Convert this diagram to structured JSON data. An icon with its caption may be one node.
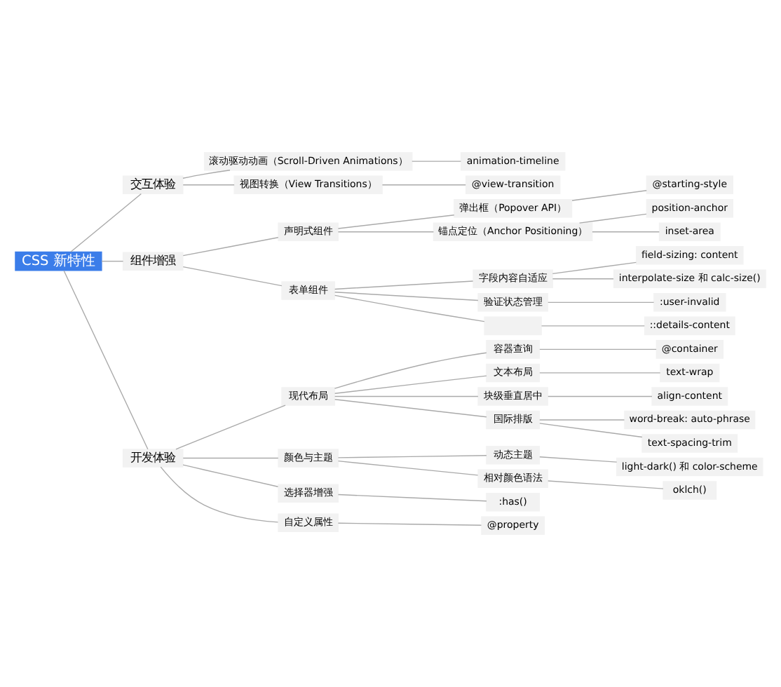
{
  "diagram": {
    "nodes": [
      {
        "text": [
          "CSS 新特性"
        ]
      },
      {
        "text": [
          "交互体验"
        ]
      },
      {
        "text": [
          "滚动驱动动画（Scroll-Driven Animations）"
        ]
      },
      {
        "text": [
          "animation-timeline"
        ]
      },
      {
        "text": [
          "视图转换（View Transitions）"
        ]
      },
      {
        "text": [
          "@view-transition"
        ]
      },
      {
        "text": [
          "组件增强"
        ]
      },
      {
        "text": [
          "声明式组件"
        ]
      },
      {
        "text": [
          "弹出框（Popover API）"
        ]
      },
      {
        "text": [
          "@starting-style"
        ]
      },
      {
        "text": [
          "锚点定位（Anchor Positioning）"
        ]
      },
      {
        "text": [
          "position-anchor"
        ]
      },
      {
        "text": [
          "inset-area"
        ]
      },
      {
        "text": [
          "表单组件"
        ]
      },
      {
        "text": [
          "字段内容自适应"
        ]
      },
      {
        "text": [
          "field-sizing: content"
        ]
      },
      {
        "text": [
          "interpolate-size 和 calc-size()"
        ]
      },
      {
        "text": [
          "验证状态管理"
        ]
      },
      {
        "text": [
          ":user-invalid"
        ]
      },
      {
        "text": [],
        "shape": "box"
      },
      {
        "text": [
          "::details-content"
        ]
      },
      {
        "text": [
          "开发体验"
        ]
      },
      {
        "text": [
          "现代布局"
        ]
      },
      {
        "text": [
          "容器查询"
        ]
      },
      {
        "text": [
          "@container"
        ]
      },
      {
        "text": [
          "文本布局"
        ]
      },
      {
        "text": [
          "text-wrap"
        ]
      },
      {
        "text": [
          "块级垂直居中"
        ]
      },
      {
        "text": [
          "align-content"
        ]
      },
      {
        "text": [
          "国际排版"
        ]
      },
      {
        "text": [
          "word-break: auto-phrase"
        ]
      },
      {
        "text": [
          "text-spacing-trim"
        ]
      },
      {
        "text": [
          "颜色与主题"
        ]
      },
      {
        "text": [
          "动态主题"
        ]
      },
      {
        "text": [
          "light-dark() 和 color-scheme"
        ]
      },
      {
        "text": [
          "相对颜色语法"
        ]
      },
      {
        "text": [
          "oklch()"
        ]
      },
      {
        "text": [
          "选择器增强"
        ]
      },
      {
        "text": [
          ":has()"
        ]
      },
      {
        "text": [
          "自定义属性"
        ]
      },
      {
        "text": [
          "@property"
        ]
      }
    ],
    "edges": [
      {
        "from": 0,
        "to": 1,
        "arrow": "none"
      },
      {
        "from": 1,
        "to": 2,
        "arrow": "none"
      },
      {
        "from": 2,
        "to": 3,
        "arrow": "none"
      },
      {
        "from": 1,
        "to": 4,
        "arrow": "none"
      },
      {
        "from": 4,
        "to": 5,
        "arrow": "none"
      },
      {
        "from": 0,
        "to": 6,
        "arrow": "none"
      },
      {
        "from": 6,
        "to": 7,
        "arrow": "none"
      },
      {
        "from": 7,
        "to": 8,
        "arrow": "none"
      },
      {
        "from": 8,
        "to": 9,
        "arrow": "none"
      },
      {
        "from": 7,
        "to": 10,
        "arrow": "none"
      },
      {
        "from": 10,
        "to": 11,
        "arrow": "none"
      },
      {
        "from": 10,
        "to": 12,
        "arrow": "none"
      },
      {
        "from": 6,
        "to": 13,
        "arrow": "none"
      },
      {
        "from": 13,
        "to": 14,
        "arrow": "none"
      },
      {
        "from": 14,
        "to": 15,
        "arrow": "none"
      },
      {
        "from": 14,
        "to": 16,
        "arrow": "none"
      },
      {
        "from": 13,
        "to": 17,
        "arrow": "none"
      },
      {
        "from": 17,
        "to": 18,
        "arrow": "none"
      },
      {
        "from": 13,
        "to": 19,
        "arrow": "none"
      },
      {
        "from": 19,
        "to": 20,
        "arrow": "none"
      },
      {
        "from": 0,
        "to": 21,
        "arrow": "none"
      },
      {
        "from": 21,
        "to": 22,
        "arrow": "none"
      },
      {
        "from": 22,
        "to": 23,
        "arrow": "none"
      },
      {
        "from": 23,
        "to": 24,
        "arrow": "none"
      },
      {
        "from": 22,
        "to": 25,
        "arrow": "none"
      },
      {
        "from": 25,
        "to": 26,
        "arrow": "none"
      },
      {
        "from": 22,
        "to": 27,
        "arrow": "none"
      },
      {
        "from": 27,
        "to": 28,
        "arrow": "none"
      },
      {
        "from": 22,
        "to": 29,
        "arrow": "none"
      },
      {
        "from": 29,
        "to": 30,
        "arrow": "none"
      },
      {
        "from": 29,
        "to": 31,
        "arrow": "none"
      },
      {
        "from": 21,
        "to": 32,
        "arrow": "none"
      },
      {
        "from": 32,
        "to": 33,
        "arrow": "none"
      },
      {
        "from": 33,
        "to": 34,
        "arrow": "none"
      },
      {
        "from": 32,
        "to": 35,
        "arrow": "none"
      },
      {
        "from": 35,
        "to": 36,
        "arrow": "none"
      },
      {
        "from": 21,
        "to": 37,
        "arrow": "none"
      },
      {
        "from": 37,
        "to": 38,
        "arrow": "none"
      },
      {
        "from": 21,
        "to": 39,
        "arrow": "none"
      },
      {
        "from": 39,
        "to": 40,
        "arrow": "none"
      }
    ]
  }
}
